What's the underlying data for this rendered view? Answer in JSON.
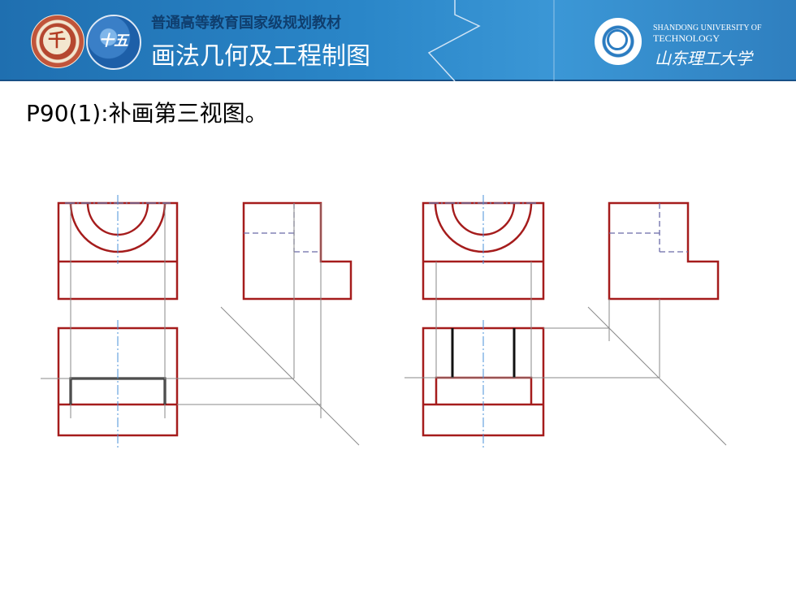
{
  "header": {
    "logo_left_text": "千",
    "logo_center_text": "十五",
    "subtitle": "普通高等教育国家级规划教材",
    "title": "画法几何及工程制图",
    "university_en_line1": "SHANDONG UNIVERSITY OF",
    "university_en_line2": "TECHNOLOGY",
    "university_cn": "山东理工大学"
  },
  "problem": {
    "title": "P90(1):补画第三视图。"
  },
  "colors": {
    "header_blue": "#2a86c8",
    "outline_red": "#a51c1c",
    "answer_black": "#111111",
    "centerline_blue": "#4a90d9",
    "hidden_dash": "#6a6aa8",
    "projection_gray": "#8a8a8a"
  },
  "icons": {
    "logo_left": "university-seal-icon",
    "logo_center": "tenth-five-year-plan-logo-icon",
    "logo_right": "shandong-university-of-technology-seal-icon"
  }
}
